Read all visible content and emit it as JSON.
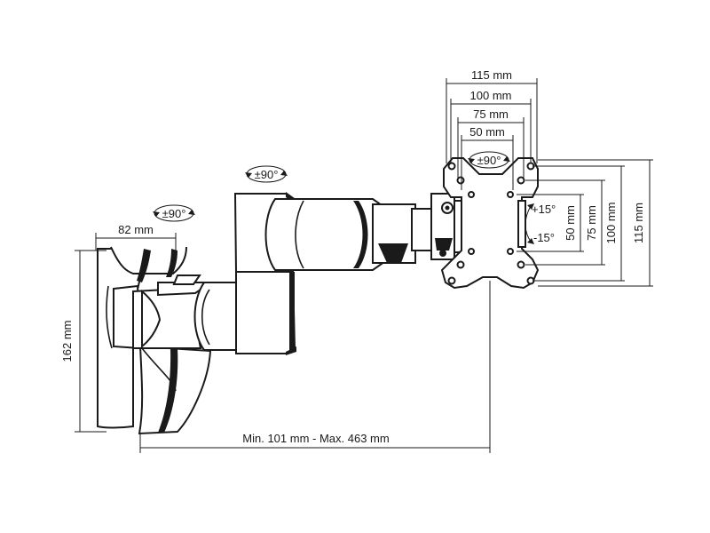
{
  "dimensions": {
    "depth": "82 mm",
    "height": "162 mm",
    "extension": "Min. 101 mm - Max. 463 mm",
    "vesa_h_115": "115 mm",
    "vesa_h_100": "100 mm",
    "vesa_h_75": "75 mm",
    "vesa_h_50": "50 mm",
    "vesa_v_50": "50 mm",
    "vesa_v_75": "75 mm",
    "vesa_v_100": "100 mm",
    "vesa_v_115": "115 mm"
  },
  "rotations": {
    "wall_swivel": "±90°",
    "arm_swivel": "±90°",
    "plate_rotate": "±90°",
    "tilt_up": "+15°",
    "tilt_down": "-15°"
  }
}
